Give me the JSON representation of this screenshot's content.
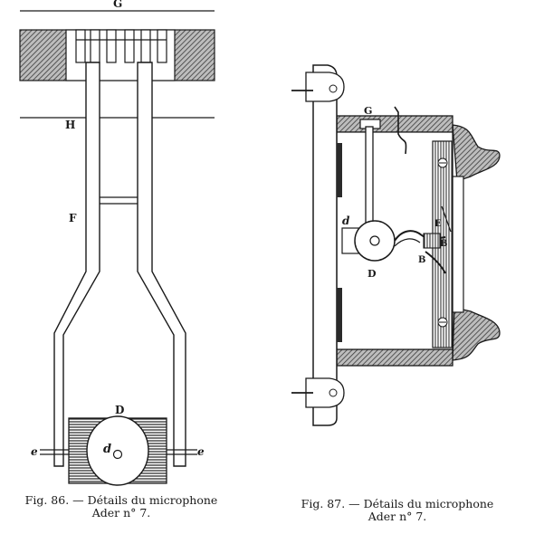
{
  "figures": [
    {
      "caption_line1": "Fig. 86. — Détails du microphone",
      "caption_line2": "Ader n° 7.",
      "labels": {
        "G": "G",
        "H": "H",
        "F": "F",
        "D": "D",
        "d": "d",
        "e_left": "e",
        "e_right": "e"
      }
    },
    {
      "caption_line1": "Fig. 87. — Détails du microphone",
      "caption_line2": "Ader n° 7.",
      "labels": {
        "G": "G",
        "d": "d",
        "D": "D",
        "E": "E",
        "B_left": "B",
        "B_right": "B"
      }
    }
  ]
}
